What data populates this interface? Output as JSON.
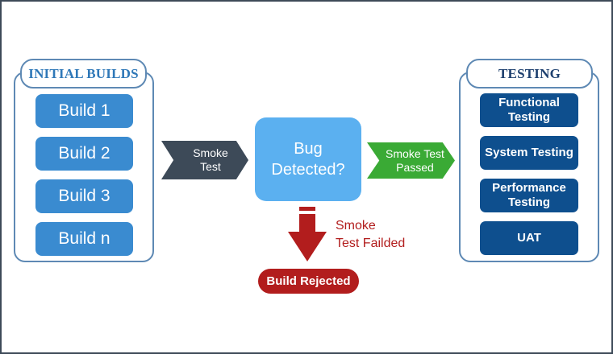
{
  "initial_builds": {
    "title": "INITIAL BUILDS",
    "items": [
      "Build 1",
      "Build 2",
      "Build 3",
      "Build n"
    ]
  },
  "smoke_test_arrow": {
    "line1": "Smoke",
    "line2": "Test"
  },
  "decision": {
    "line1": "Bug",
    "line2": "Detected?"
  },
  "passed_arrow": {
    "line1": "Smoke Test",
    "line2": "Passed"
  },
  "failed": {
    "line1": "Smoke",
    "line2": "Test Failded"
  },
  "rejected_label": "Build Rejected",
  "testing": {
    "title": "TESTING",
    "items": [
      {
        "line1": "Functional",
        "line2": "Testing"
      },
      {
        "line1": "System Testing",
        "line2": ""
      },
      {
        "line1": "Performance",
        "line2": "Testing"
      },
      {
        "line1": "UAT",
        "line2": ""
      }
    ]
  },
  "colors": {
    "build_blue": "#3a8bd0",
    "testing_navy": "#0e4f8e",
    "smoke_arrow": "#3d4a58",
    "passed_green": "#3aaa35",
    "decision_blue": "#5bb0f0",
    "reject_red": "#b21d1d",
    "panel_border": "#5e89b4"
  }
}
